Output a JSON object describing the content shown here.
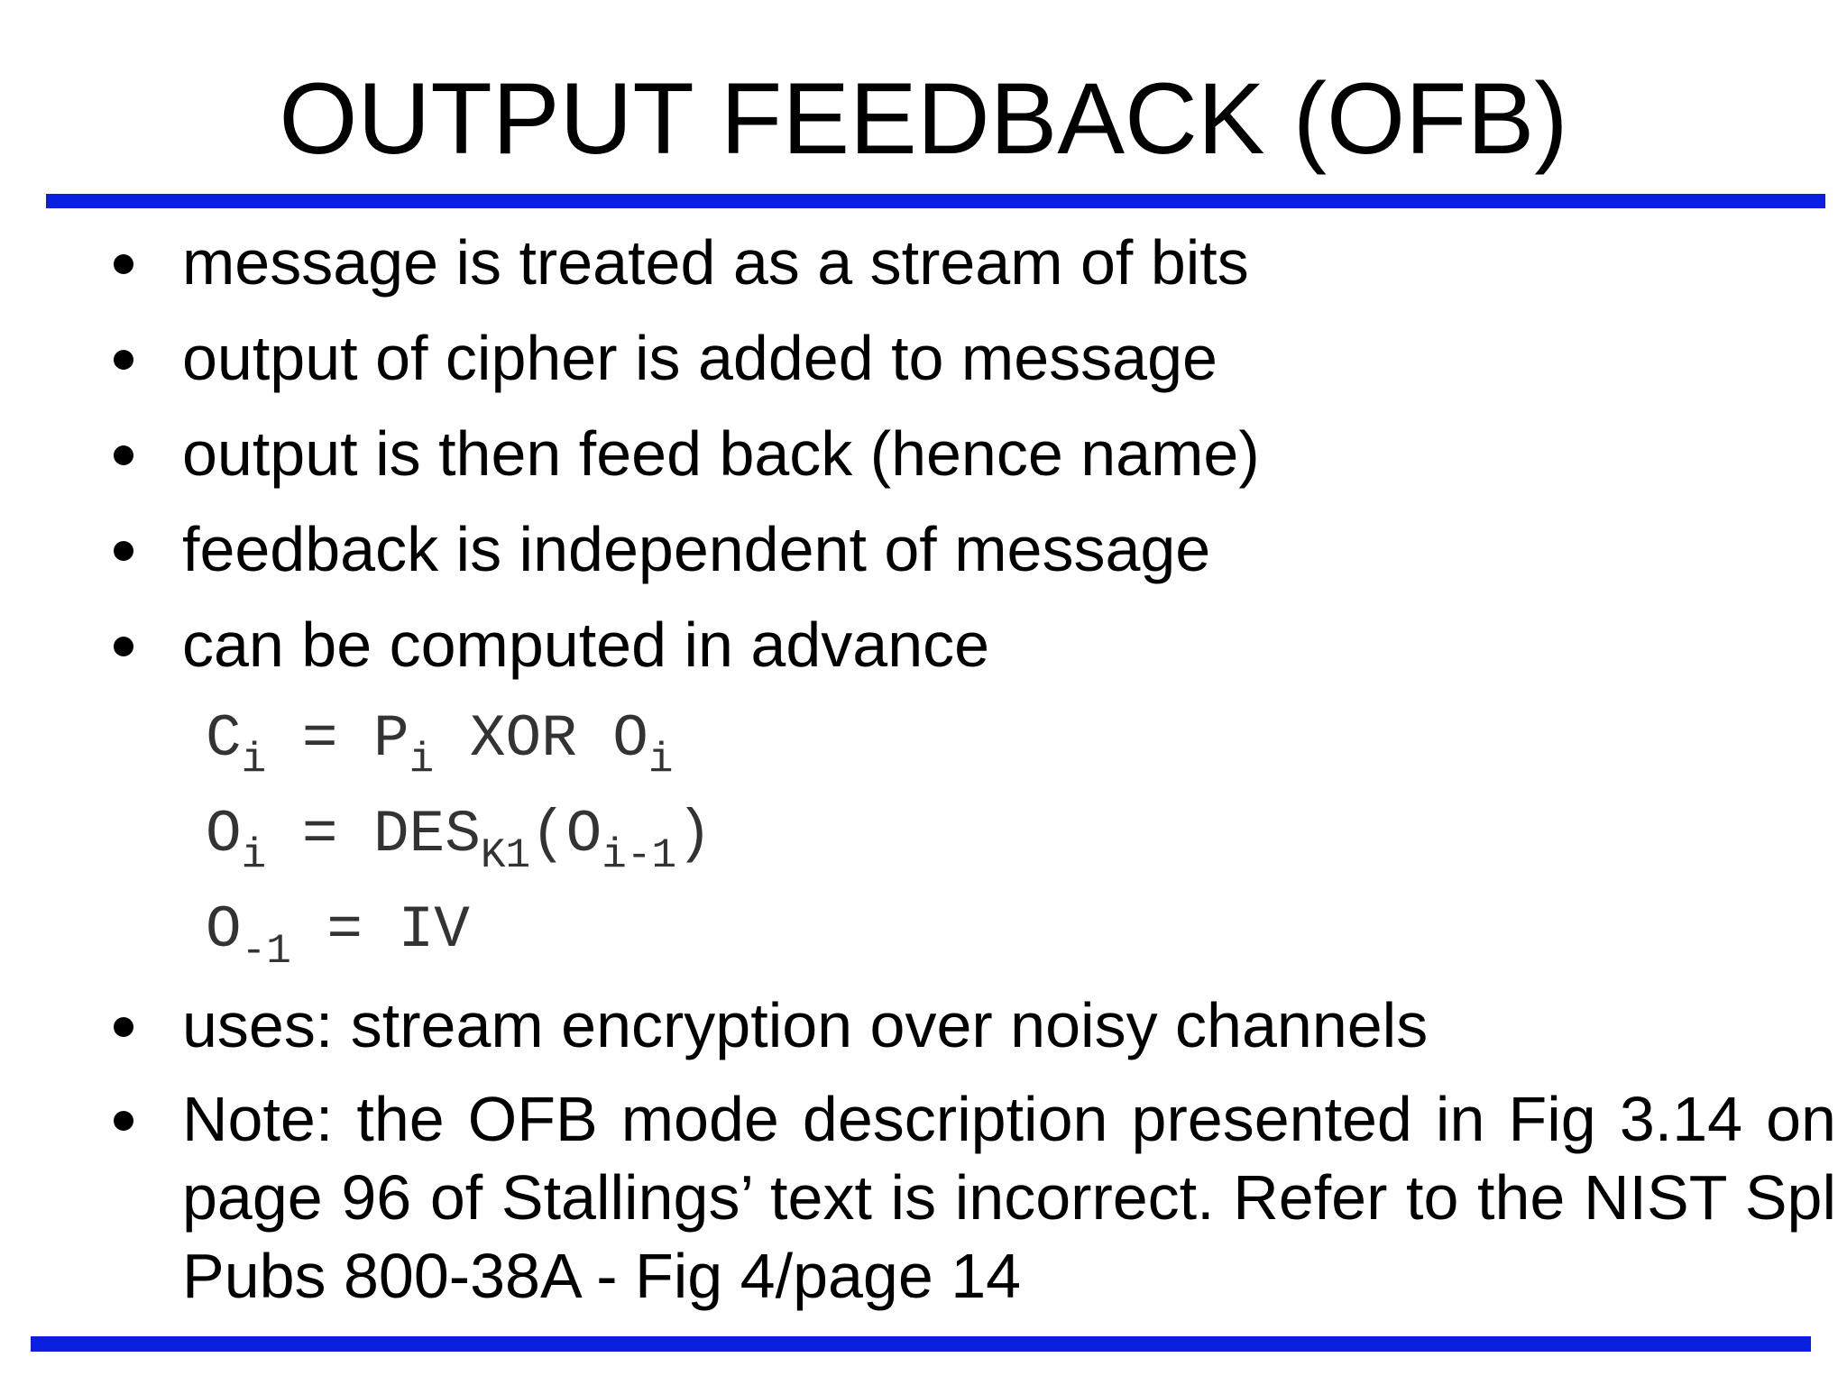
{
  "title": "OUTPUT FEEDBACK (OFB)",
  "bullets": [
    "message is treated as a stream of bits",
    "output of cipher is added to message",
    "output is then feed back (hence name)",
    "feedback is independent of message",
    "can be computed in advance",
    "uses: stream encryption over noisy channels",
    "Note: the OFB mode description presented in Fig 3.14 on page 96 of Stallings’ text is incorrect. Refer to the NIST Spl Pubs 800-38A - Fig 4/page 14"
  ],
  "formulas": {
    "f1": {
      "a": "C",
      "a_sub": "i",
      "b": " = P",
      "b_sub": "i",
      "c": " XOR O",
      "c_sub": "i"
    },
    "f2": {
      "a": "O",
      "a_sub": "i",
      "b": " = DES",
      "b_sub": "K1",
      "c": "(O",
      "c_sub": "i-1",
      "d": ")"
    },
    "f3": {
      "a": "O",
      "a_sub": "-1",
      "b": " = IV"
    }
  },
  "colors": {
    "rule": "#0a1fe0",
    "formula_text": "#333333"
  }
}
